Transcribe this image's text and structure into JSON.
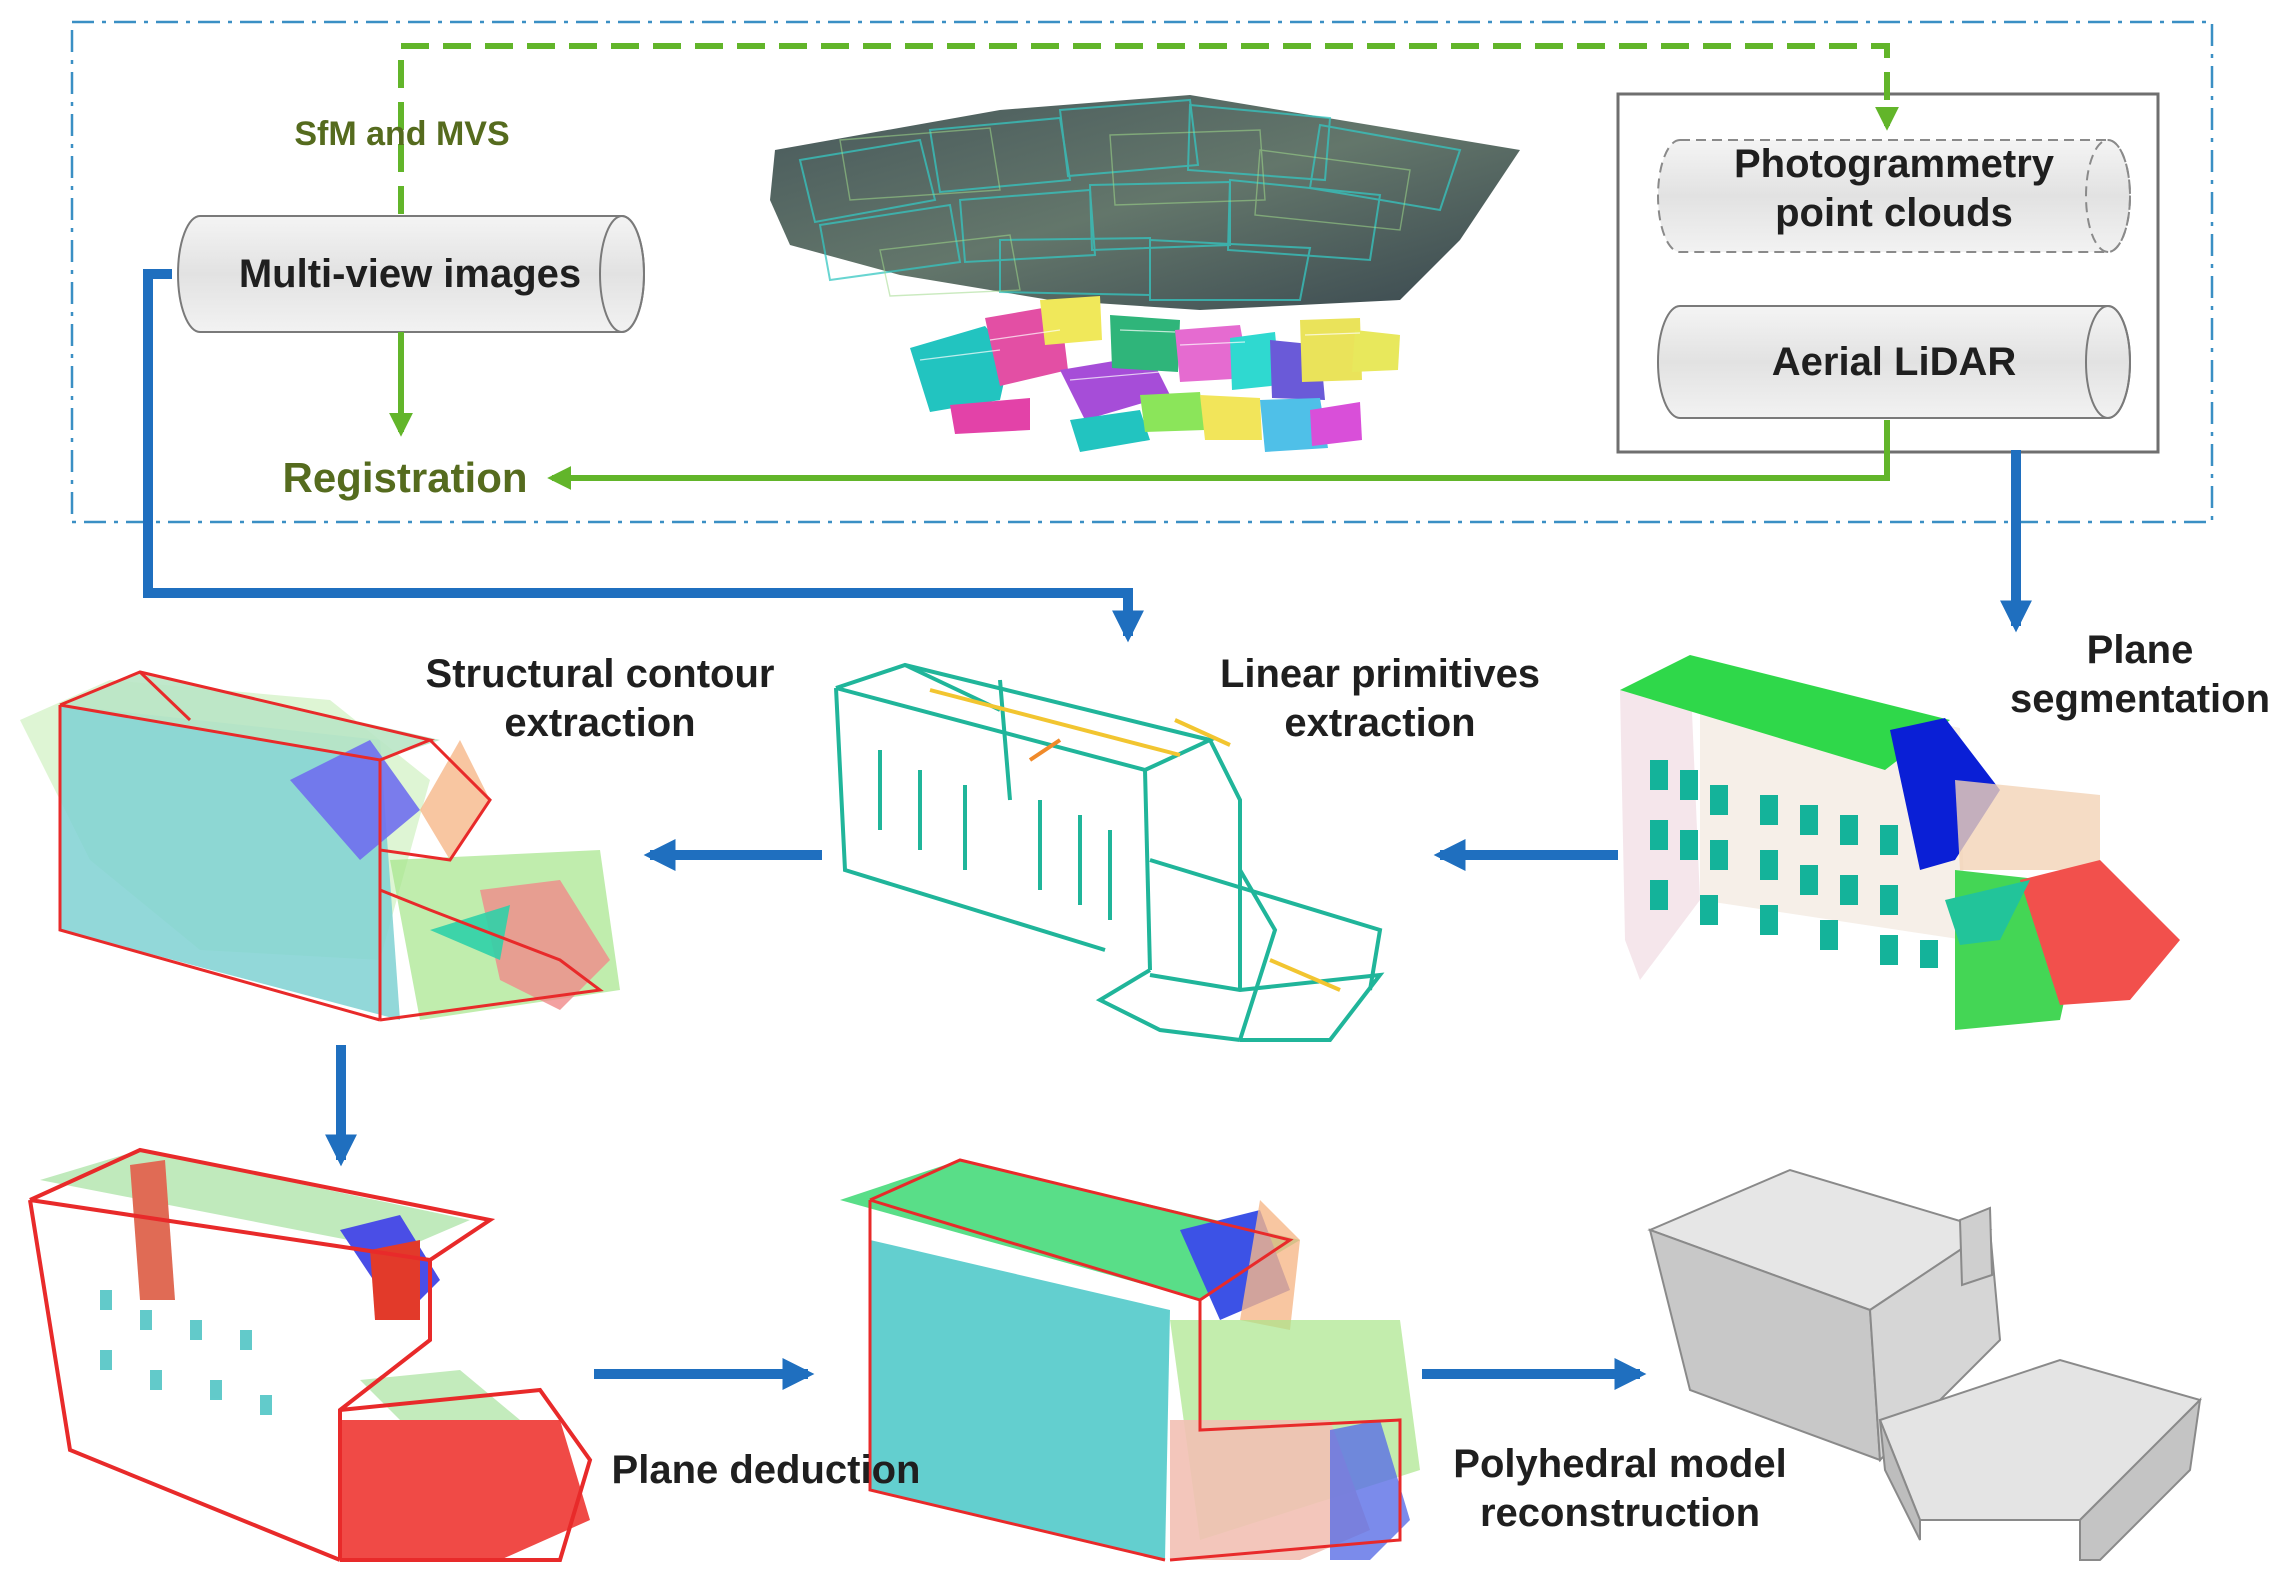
{
  "source": {
    "sfm_mvs_label": "SfM and MVS",
    "multiview_label": "Multi-view images",
    "registration_label": "Registration",
    "photogrammetry_line1": "Photogrammetry",
    "photogrammetry_line2": "point clouds",
    "lidar_label": "Aerial LiDAR"
  },
  "steps": {
    "plane_seg_line1": "Plane",
    "plane_seg_line2": "segmentation",
    "linear_line1": "Linear primitives",
    "linear_line2": "extraction",
    "contour_line1": "Structural contour",
    "contour_line2": "extraction",
    "deduction_label": "Plane deduction",
    "poly_line1": "Polyhedral model",
    "poly_line2": "reconstruction"
  },
  "colors": {
    "green_flow": "#62b52a",
    "blue_flow": "#1f6fbf",
    "green_text": "#556b1e",
    "frame_dash": "#3a8fc4",
    "wire_teal": "#20b59a",
    "wire_red": "#e82a2a"
  }
}
